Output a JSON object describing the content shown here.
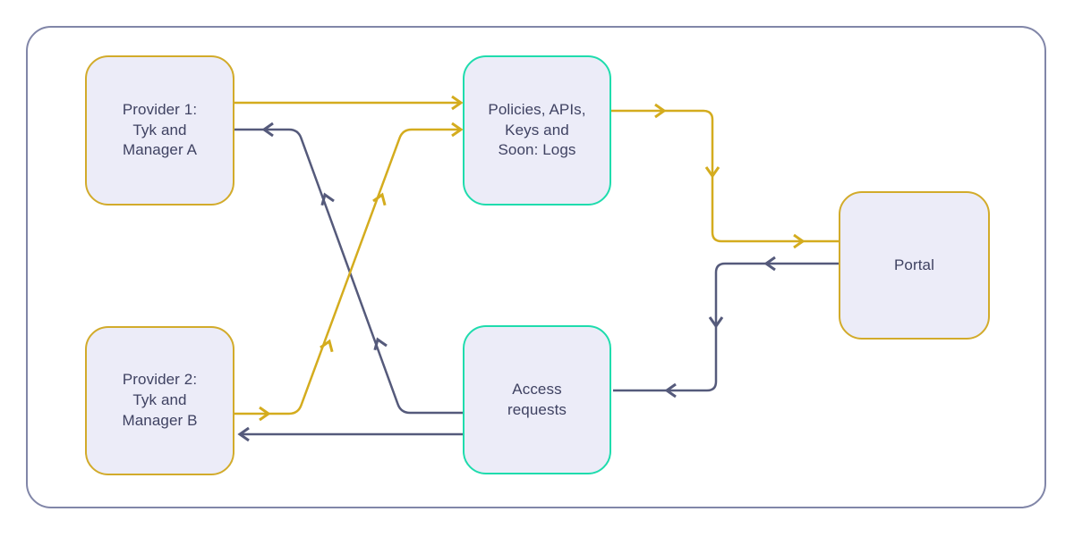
{
  "diagram": {
    "type": "flow-diagram",
    "boxes": {
      "provider1": {
        "label": "Provider 1:\nTyk and\nManager A",
        "border_color": "#D2AB2B",
        "fill": "#ECECF8"
      },
      "provider2": {
        "label": "Provider 2:\nTyk and\nManager B",
        "border_color": "#D2AB2B",
        "fill": "#ECECF8"
      },
      "policies": {
        "label": "Policies, APIs,\nKeys and\nSoon: Logs",
        "border_color": "#1FDCAD",
        "fill": "#ECECF8"
      },
      "access": {
        "label": "Access\nrequests",
        "border_color": "#1FDCAD",
        "fill": "#ECECF8"
      },
      "portal": {
        "label": "Portal",
        "border_color": "#D2AB2B",
        "fill": "#ECECF8"
      }
    },
    "connectors": [
      {
        "from": "provider1",
        "to": "policies",
        "color": "#D4AC1E",
        "style": "arrow"
      },
      {
        "from": "provider2",
        "to": "policies",
        "color": "#D4AC1E",
        "style": "arrow"
      },
      {
        "from": "policies",
        "to": "portal",
        "color": "#D4AC1E",
        "style": "arrow"
      },
      {
        "from": "portal",
        "to": "access",
        "color": "#555A7B",
        "style": "arrow"
      },
      {
        "from": "access",
        "to": "provider1",
        "color": "#555A7B",
        "style": "arrow"
      },
      {
        "from": "access",
        "to": "provider2",
        "color": "#555A7B",
        "style": "arrow"
      }
    ],
    "colors": {
      "accent_yellow": "#D4AC1E",
      "accent_teal": "#1FDCAD",
      "line_dark": "#555A7B",
      "outer_border": "#8186A8",
      "box_fill": "#ECECF8",
      "text": "#3F4262",
      "background": "#FFFFFF"
    }
  }
}
